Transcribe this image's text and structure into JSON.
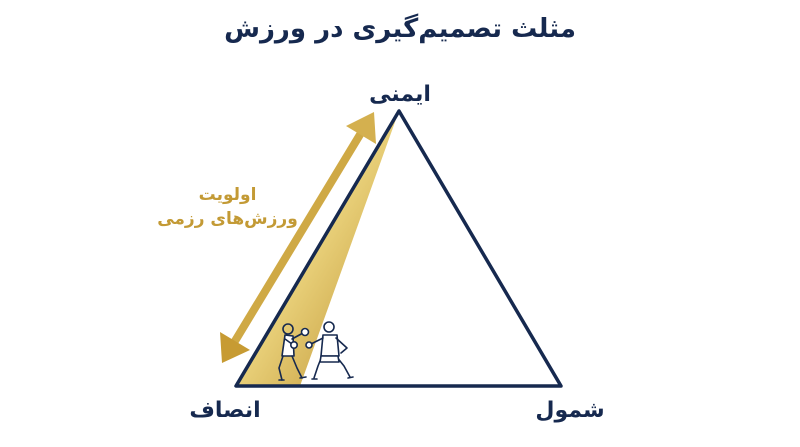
{
  "title": "مثلث تصمیم‌گیری در ورزش",
  "vertices": {
    "top": "ایمنی",
    "bottom_left": "انصاف",
    "bottom_right": "شمول"
  },
  "annotation": {
    "line1": "اولویت",
    "line2": "ورزش‌های رزمی"
  },
  "colors": {
    "navy": "#16294f",
    "gold": "#c39a35",
    "gold_light": "#f4e7a9"
  },
  "icons": [
    "boxer-figure-icon",
    "martial-artist-figure-icon",
    "double-arrow-icon"
  ]
}
